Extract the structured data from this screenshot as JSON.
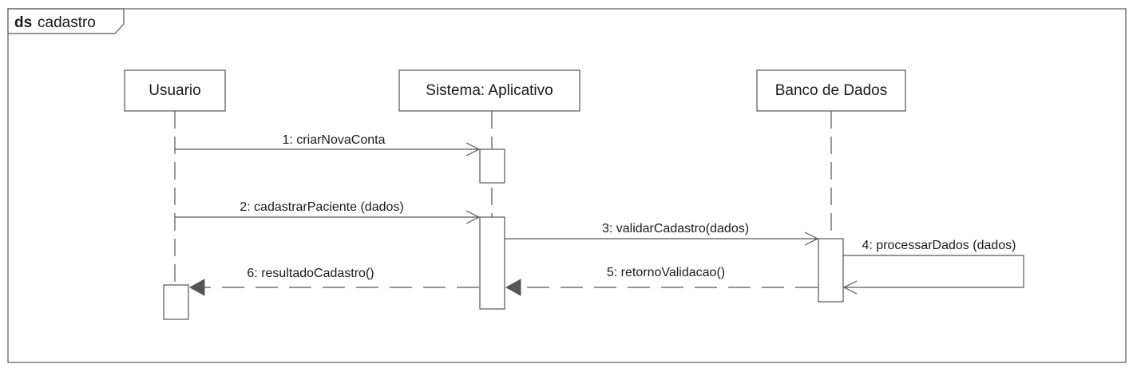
{
  "frame": {
    "keyword": "ds",
    "name": "cadastro"
  },
  "lifelines": [
    {
      "name": "Usuario"
    },
    {
      "name": "Sistema: Aplicativo"
    },
    {
      "name": "Banco de Dados"
    }
  ],
  "messages": [
    {
      "label": "1: criarNovaConta",
      "kind": "sync"
    },
    {
      "label": "2: cadastrarPaciente (dados)",
      "kind": "sync"
    },
    {
      "label": "3: validarCadastro(dados)",
      "kind": "sync"
    },
    {
      "label": "4: processarDados (dados)",
      "kind": "self"
    },
    {
      "label": "5: retornoValidacao()",
      "kind": "reply"
    },
    {
      "label": "6: resultadoCadastro()",
      "kind": "reply"
    }
  ],
  "colors": {
    "stroke": "#333333",
    "text": "#1a1a1a",
    "background": "#ffffff"
  }
}
